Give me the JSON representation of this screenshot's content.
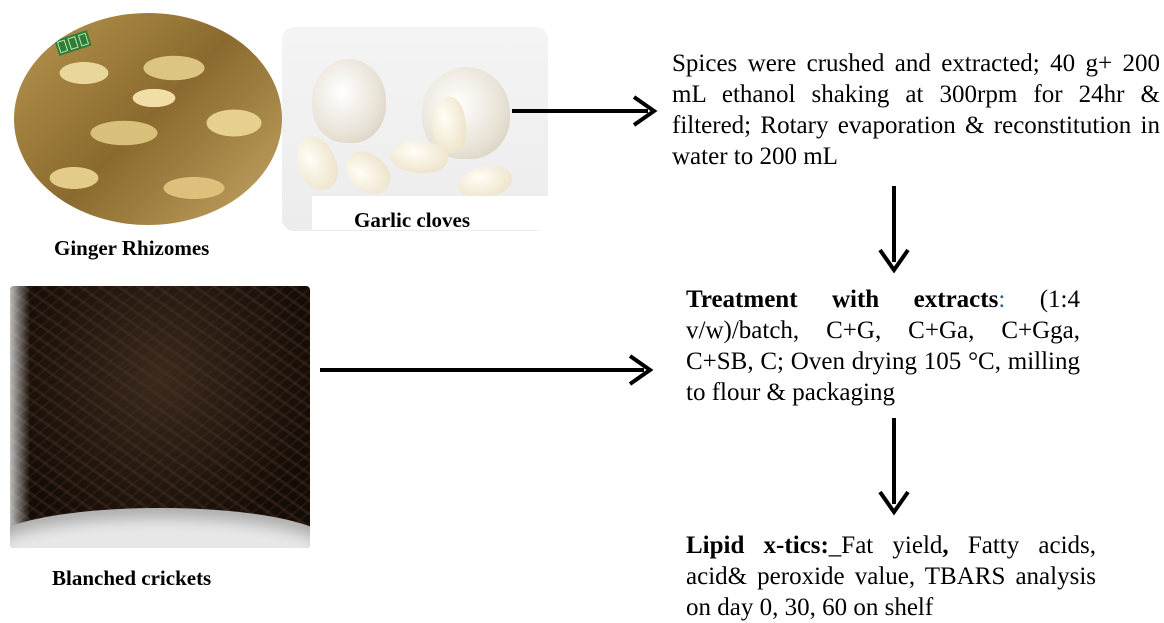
{
  "images": {
    "ginger": {
      "caption": "Ginger Rhizomes"
    },
    "garlic": {
      "caption": "Garlic cloves"
    },
    "crickets": {
      "caption": "Blanched crickets"
    }
  },
  "steps": {
    "extraction": {
      "text": "Spices were crushed and extracted; 40 g+ 200 mL ethanol shaking at 300rpm for 24hr & filtered; Rotary evaporation & reconstitution in water to 200 mL"
    },
    "treatment": {
      "label": "Treatment with extracts",
      "separator": ":",
      "text": " (1:4 v/w)/batch, C+G, C+Ga, C+Gga, C+SB, C; Oven drying 105 °C, milling to flour & packaging"
    },
    "lipid": {
      "label": "Lipid x-tics:",
      "underscore": "_",
      "part1": "Fat yield",
      "comma": ",",
      "part2": " Fatty acids, acid& peroxide value, TBARS analysis on day 0, 30, 60 on shelf"
    }
  },
  "colors": {
    "separator": "#2a6f8a",
    "arrow": "#000000"
  }
}
